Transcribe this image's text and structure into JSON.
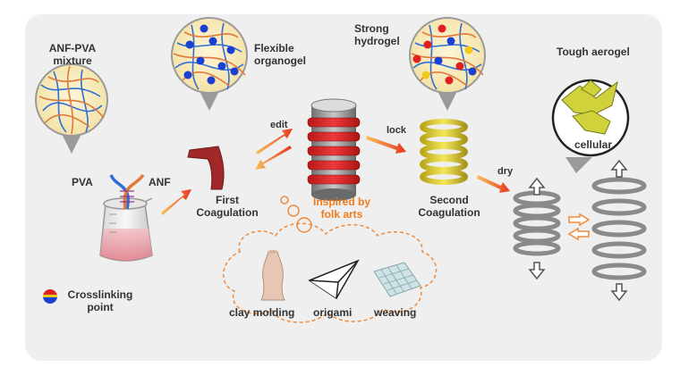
{
  "labels": {
    "anf_pva_line1": "ANF-PVA",
    "anf_pva_line2": "mixture",
    "flexible_line1": "Flexible",
    "flexible_line2": "organogel",
    "strong_line1": "Strong",
    "strong_line2": "hydrogel",
    "tough": "Tough aerogel",
    "pva": "PVA",
    "anf": "ANF",
    "first_line1": "First",
    "first_line2": "Coagulation",
    "second_line1": "Second",
    "second_line2": "Coagulation",
    "edit": "edit",
    "lock": "lock",
    "dry": "dry",
    "cellular": "cellular",
    "inspired_line1": "Inspired by",
    "inspired_line2": "folk arts",
    "crosslink_line1": "Crosslinking",
    "crosslink_line2": "point",
    "clay": "clay molding",
    "origami": "origami",
    "weaving": "weaving"
  },
  "colors": {
    "panel": "#efefef",
    "pva_fiber": "#2f6fd6",
    "anf_fiber": "#e07a3a",
    "crosslink_blue": "#1b3fd1",
    "crosslink_red": "#e0201c",
    "crosslink_yellow": "#f2c81a",
    "organogel": "#a02828",
    "hydrogel": "#e0d23a",
    "aerogel": "#8a8a8a",
    "inspired_text": "#ef7d1a",
    "cloud_border": "#ef8a3a"
  }
}
